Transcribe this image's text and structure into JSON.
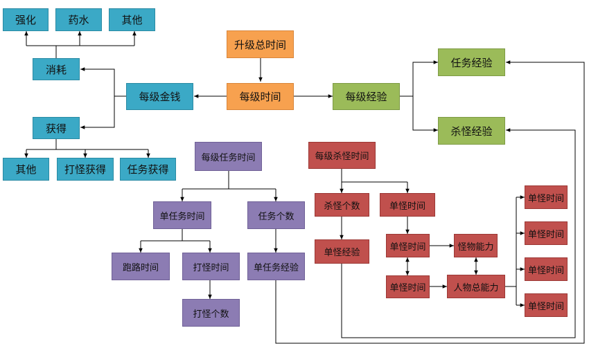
{
  "nodes": {
    "qianghua": "强化",
    "yaoshui": "药水",
    "qita_top": "其他",
    "xiaohao": "消耗",
    "huode": "获得",
    "qita_bottom": "其他",
    "dagua_huode": "打怪获得",
    "renwu_huode": "任务获得",
    "meiji_jinqian": "每级金钱",
    "shengji_zongshijian": "升级总时间",
    "meiji_shijian": "每级时间",
    "meiji_jingyan": "每级经验",
    "renwu_jingyan": "任务经验",
    "shaguai_jingyan": "杀怪经验",
    "meiji_renwu_shijian": "每级任务时间",
    "dan_renwu_shijian": "单任务时间",
    "renwu_geshu": "任务个数",
    "paolu_shijian": "跑路时间",
    "dagua_shijian": "打怪时间",
    "dan_renwu_jingyan": "单任务经验",
    "dagua_geshu": "打怪个数",
    "meiji_shaguai_shijian": "每级杀怪时间",
    "shaguai_geshu": "杀怪个数",
    "danguai_shijian_top": "单怪时间",
    "danguai_jingyan": "单怪经验",
    "danguai_shijian_mid": "单怪时间",
    "danguai_shijian_low": "单怪时间",
    "guaiwu_nengli": "怪物能力",
    "renwu_zong_nengli": "人物总能力",
    "danguai_shijian_r1": "单怪时间",
    "danguai_shijian_r2": "单怪时间",
    "danguai_shijian_r3": "单怪时间",
    "danguai_shijian_r4": "单怪时间"
  },
  "colors": {
    "teal": "#3ba9c6",
    "orange": "#f7a14f",
    "green": "#9bbb59",
    "purple": "#8c7cb3",
    "red": "#c0504d",
    "line": "#000000"
  }
}
